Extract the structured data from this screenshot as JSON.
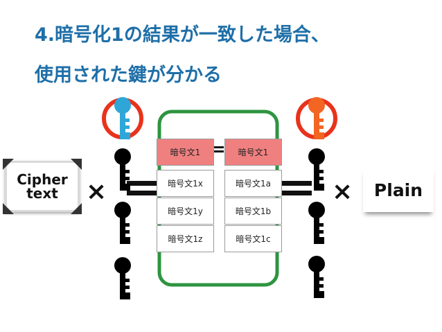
{
  "title": {
    "line1": "4.暗号化1の結果が一致した場合、",
    "line2": "使用された鍵が分かる"
  },
  "cipher_tile": {
    "line1": "Cipher",
    "line2": "text"
  },
  "plain_tile": {
    "label": "Plain"
  },
  "operators": {
    "times": "×",
    "equals": "="
  },
  "left_column": [
    "暗号文1",
    "暗号文1x",
    "暗号文1y",
    "暗号文1z"
  ],
  "right_column": [
    "暗号文1",
    "暗号文1a",
    "暗号文1b",
    "暗号文1c"
  ],
  "colors": {
    "title": "#1e6fa8",
    "match_highlight": "#f08080",
    "container_border": "#2e9440",
    "ring": "#e8331c",
    "key_left_highlight": "#2ea7d8",
    "key_right_highlight": "#f26522",
    "key": "#000000"
  }
}
